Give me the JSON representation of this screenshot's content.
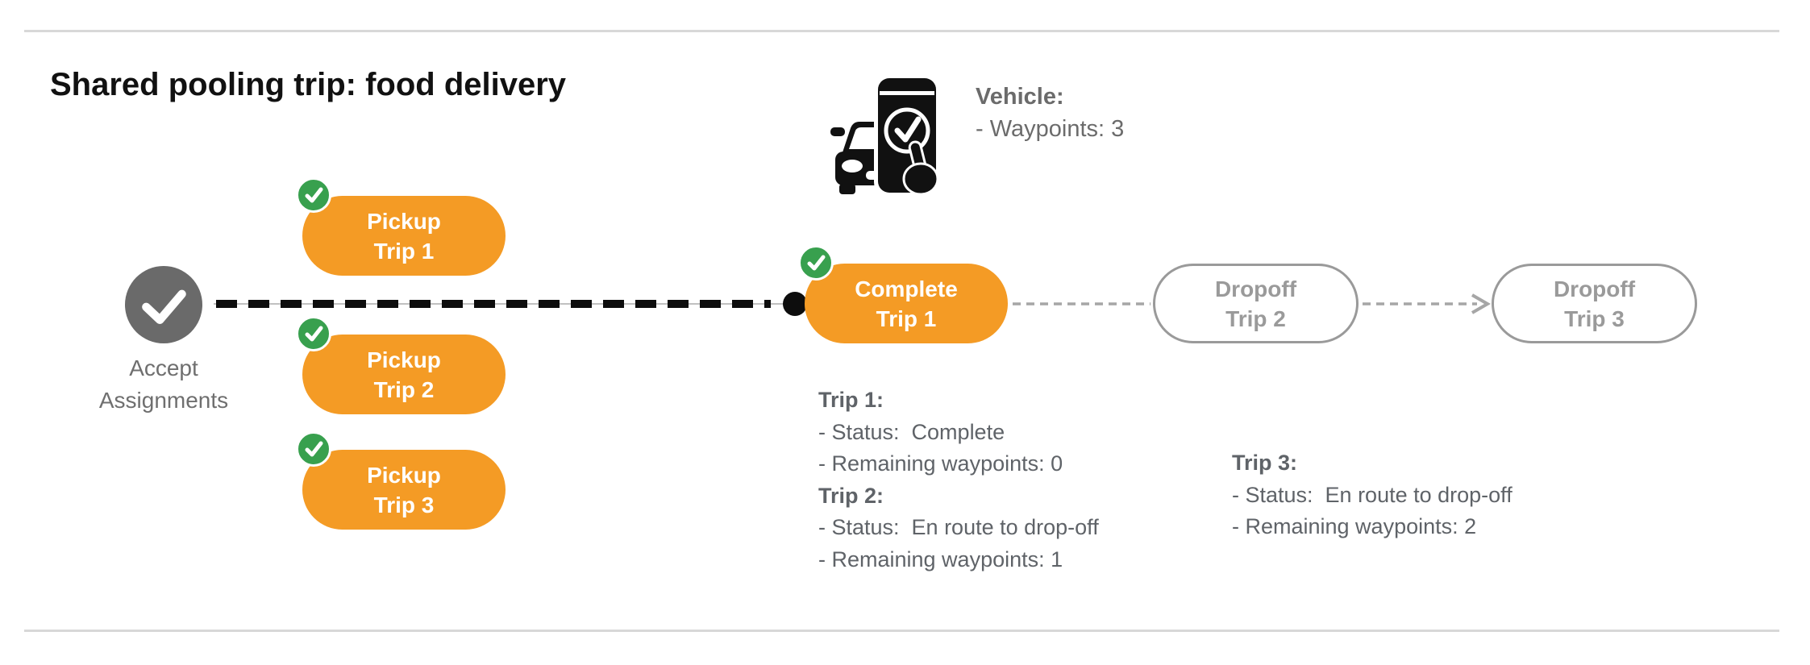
{
  "title": "Shared pooling trip: food delivery",
  "vehicle": {
    "icon": "car-phone-check-icon",
    "label": "Vehicle:",
    "detail": "- Waypoints: 3"
  },
  "flow": {
    "accept": {
      "line1": "Accept",
      "line2": "Assignments"
    },
    "pickups": [
      {
        "line1": "Pickup",
        "line2": "Trip 1"
      },
      {
        "line1": "Pickup",
        "line2": "Trip 2"
      },
      {
        "line1": "Pickup",
        "line2": "Trip 3"
      }
    ],
    "complete": {
      "line1": "Complete",
      "line2": "Trip 1"
    },
    "dropoffs": [
      {
        "line1": "Dropoff",
        "line2": "Trip 2"
      },
      {
        "line1": "Dropoff",
        "line2": "Trip 3"
      }
    ]
  },
  "status_blocks": [
    {
      "entries": [
        {
          "heading": "Trip 1:",
          "lines": [
            "- Status:  Complete",
            "- Remaining waypoints: 0"
          ]
        },
        {
          "heading": "Trip 2:",
          "lines": [
            "- Status:  En route to drop-off",
            "- Remaining waypoints: 1"
          ]
        }
      ]
    },
    {
      "entries": [
        {
          "heading": "Trip 3:",
          "lines": [
            "- Status:  En route to drop-off",
            "- Remaining waypoints: 2"
          ]
        }
      ]
    }
  ],
  "icons": {
    "accept_check": "check-icon",
    "badge_check": "check-icon",
    "vehicle": "car-phone-check-icon",
    "flow_dot": "filled-circle",
    "connector_arrow": "dashed-arrow-right"
  },
  "colors": {
    "orange": "#F49B25",
    "green": "#38A04E",
    "node_gray": "#6A6A6A",
    "label_gray": "#6F6F6F",
    "vehicle_text_gray": "#6B6B6B",
    "status_text_gray": "#5F6368",
    "dropoff_gray": "#9A9A9A",
    "line_black": "#111111",
    "divider_gray": "#D8D8D8"
  }
}
